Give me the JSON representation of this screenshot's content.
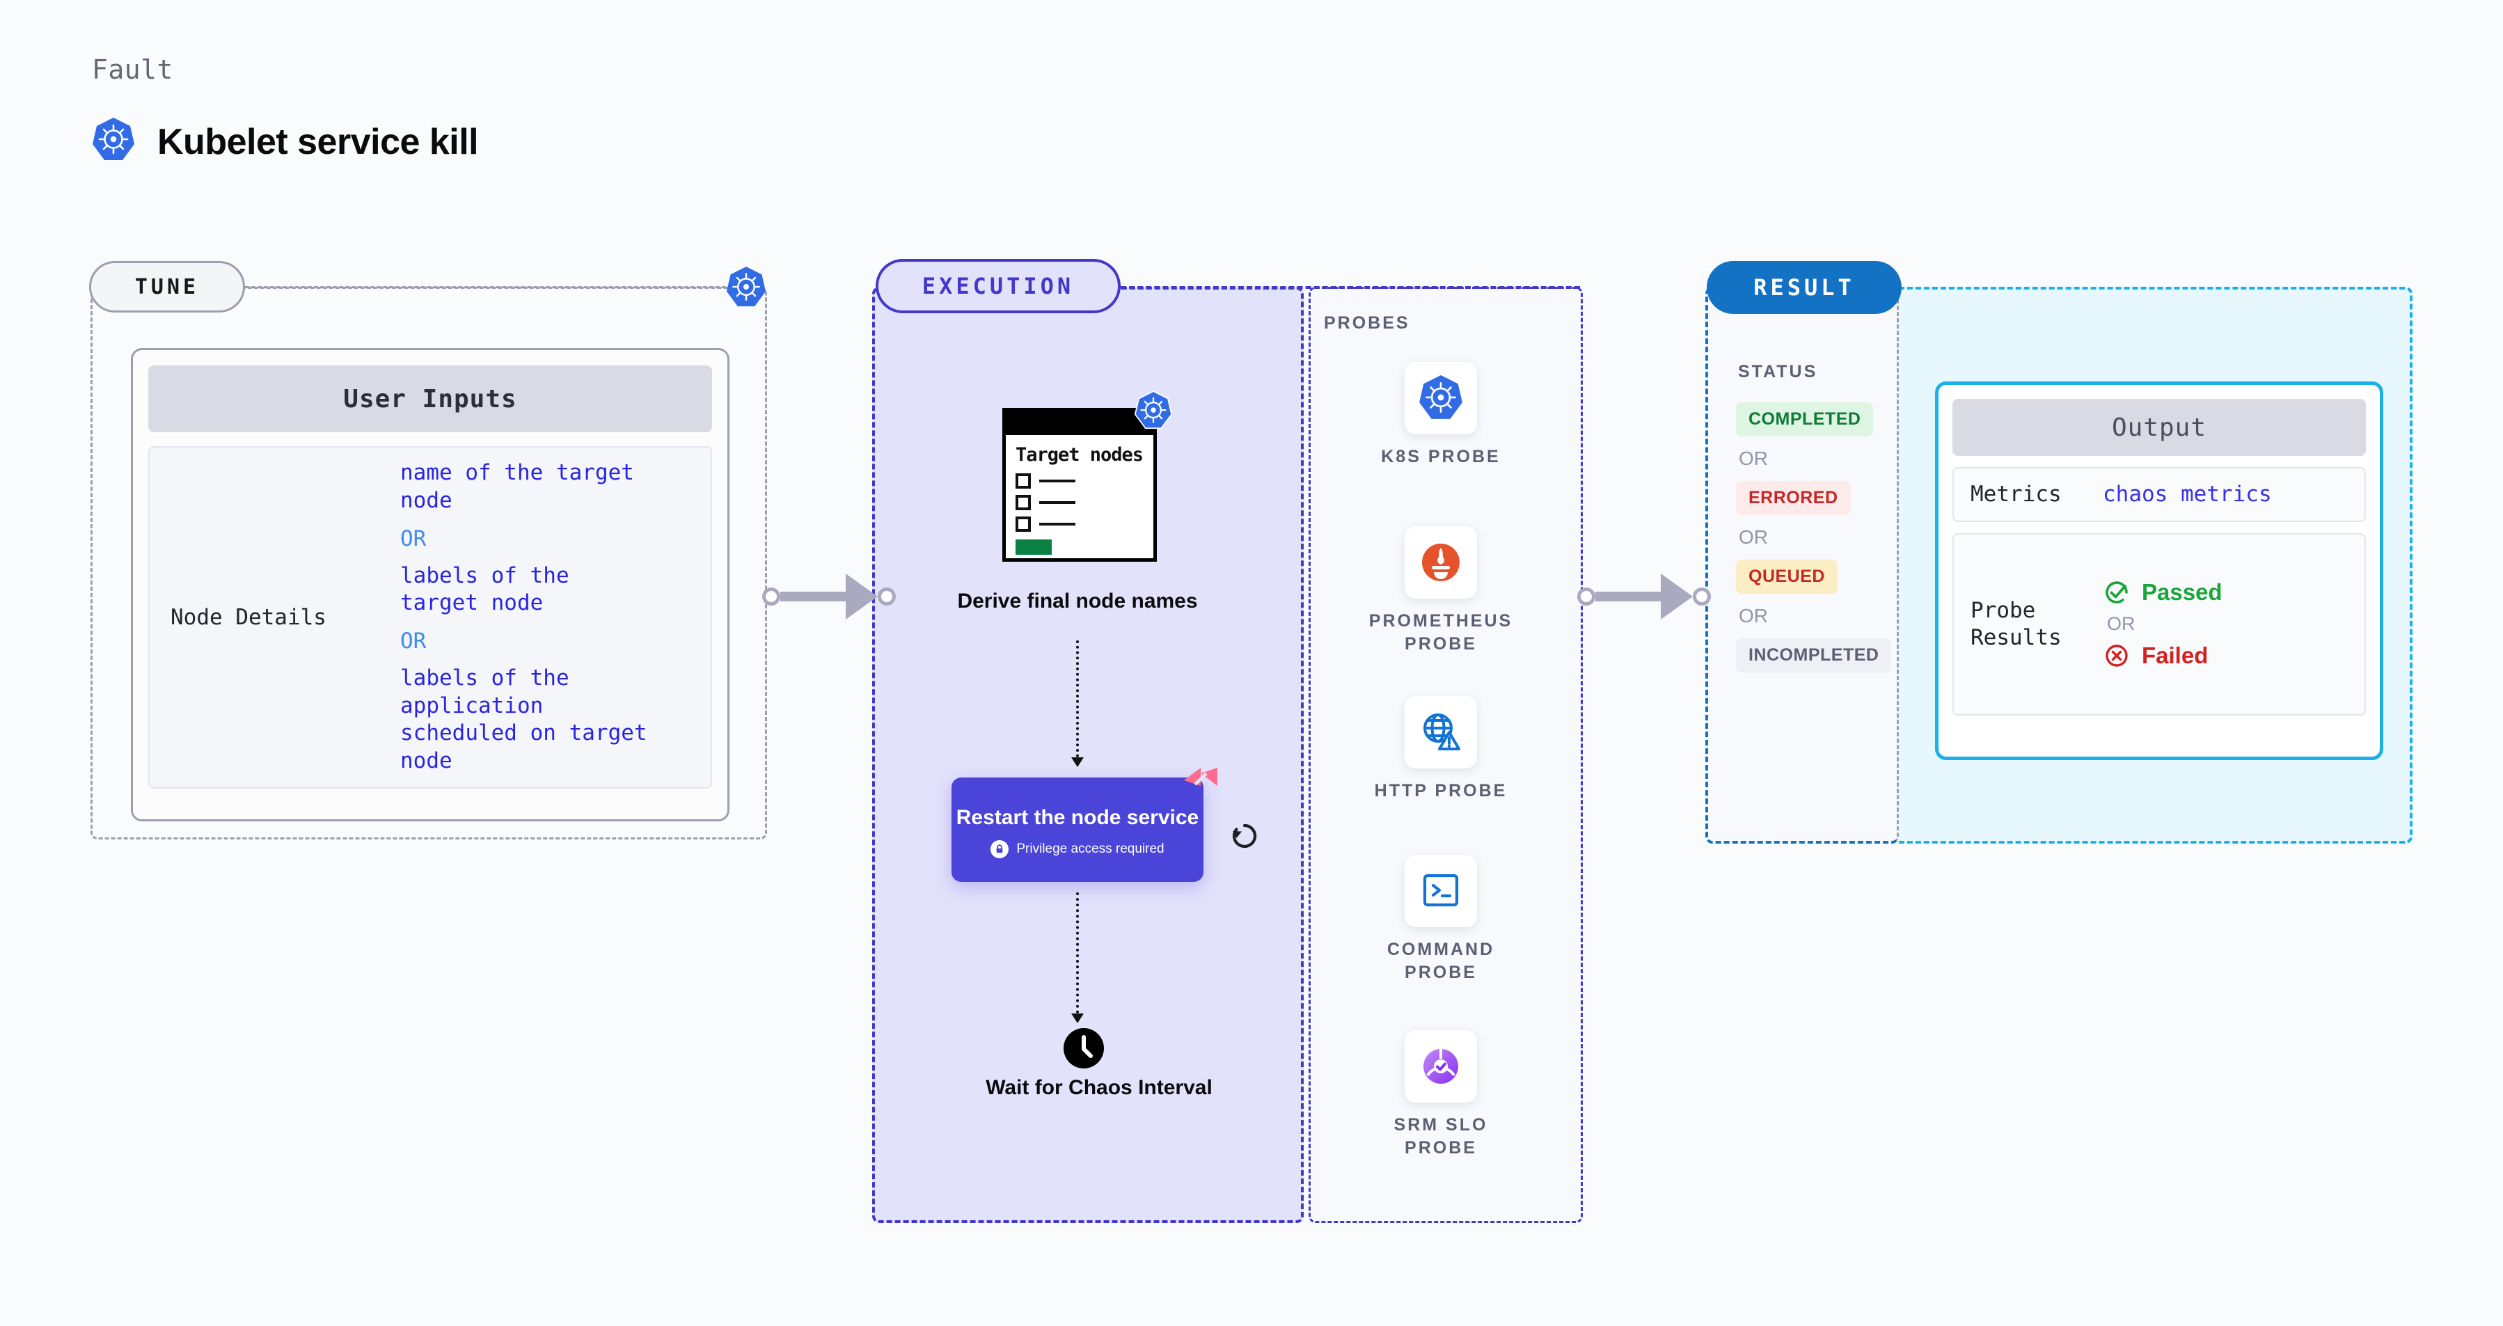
{
  "header": {
    "eyebrow": "Fault",
    "title": "Kubelet service kill",
    "icon": "kubernetes-icon"
  },
  "tune": {
    "pill_label": "TUNE",
    "badge_icon": "kubernetes-icon",
    "card_title": "User Inputs",
    "rows": [
      {
        "key": "Node Details",
        "values": [
          "name of the target\nnode",
          "labels of the\ntarget node",
          "labels of the application\n scheduled on target node"
        ],
        "separators": [
          "OR",
          "OR"
        ]
      }
    ]
  },
  "execution": {
    "pill_label": "EXECUTION",
    "steps": [
      {
        "id": "derive-node-names",
        "caption": "Derive final node\nnames",
        "card_title": "Target\nnodes",
        "badge_icon": "kubernetes-icon"
      },
      {
        "id": "restart-node-service",
        "title": "Restart the node\nservice",
        "note": "Privilege access required",
        "note_icon": "lock-icon",
        "corner_icon": "harness-icon",
        "side_icon": "loop-icon",
        "color": "#4a44d9"
      },
      {
        "id": "wait-for-chaos-interval",
        "caption": "Wait for Chaos\nInterval",
        "icon": "clock-icon"
      }
    ]
  },
  "probes": {
    "label": "PROBES",
    "items": [
      {
        "name": "K8S PROBE",
        "icon": "kubernetes-icon"
      },
      {
        "name": "PROMETHEUS\nPROBE",
        "icon": "prometheus-icon"
      },
      {
        "name": "HTTP PROBE",
        "icon": "globe-warning-icon"
      },
      {
        "name": "COMMAND\nPROBE",
        "icon": "terminal-icon"
      },
      {
        "name": "SRM SLO\nPROBE",
        "icon": "srm-slo-icon"
      }
    ]
  },
  "result": {
    "pill_label": "RESULT",
    "status_label": "STATUS",
    "or_label": "OR",
    "statuses": [
      {
        "label": "COMPLETED",
        "color": "#117a36",
        "bg": "#ddf5e2"
      },
      {
        "label": "ERRORED",
        "color": "#c62828",
        "bg": "#fdeaea"
      },
      {
        "label": "QUEUED",
        "color": "#c62828",
        "bg": "#fceec4"
      },
      {
        "label": "INCOMPLETED",
        "color": "#5b6072",
        "bg": "#eef0f5"
      }
    ],
    "output": {
      "title": "Output",
      "metrics_key": "Metrics",
      "metrics_value": "chaos metrics",
      "probe_key": "Probe\nResults",
      "passed_label": "Passed",
      "failed_label": "Failed",
      "or_label": "OR",
      "passed_color": "#1aa53a",
      "failed_color": "#d32121"
    }
  },
  "colors": {
    "tune_border": "#9b9fae",
    "execution_border": "#4338ca",
    "result_border": "#1472c4",
    "output_border": "#1ab0e8",
    "kubernetes_blue": "#326ce5",
    "harness_pink": "#ff6c8f"
  }
}
